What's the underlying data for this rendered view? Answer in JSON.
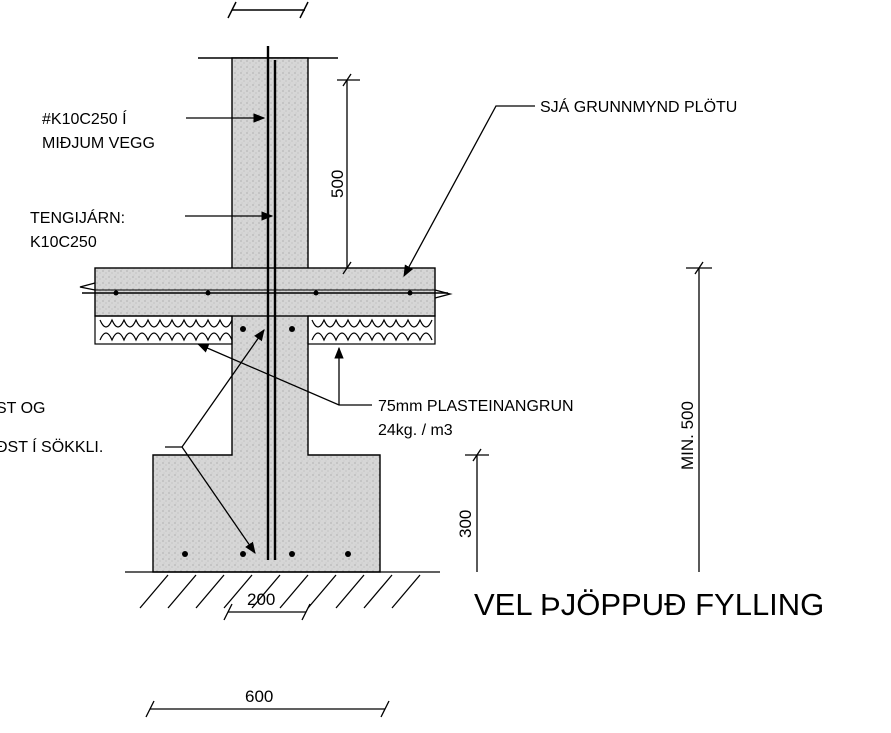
{
  "labels": {
    "rebar_mid_wall_1": "#K10C250 Í",
    "rebar_mid_wall_2": "MIÐJUM VEGG",
    "connector_1": "TENGIJÁRN:",
    "connector_2": "K10C250",
    "slab_ref": "SJÁ GRUNNMYND PLÖTU",
    "insulation_1": "75mm PLASTEINANGRUN",
    "insulation_2": "24kg. / m3",
    "left_note_1": "ST OG",
    "left_note_2": "ÐST Í SÖKKLI.",
    "fill": "VEL ÞJÖPPUÐ FYLLING"
  },
  "dimensions": {
    "wall_height": "500",
    "footing_height": "300",
    "min_depth": "MIN. 500",
    "wall_width": "200",
    "footing_width": "600"
  },
  "colors": {
    "concrete": "#d4d4d4",
    "line": "#000000"
  }
}
